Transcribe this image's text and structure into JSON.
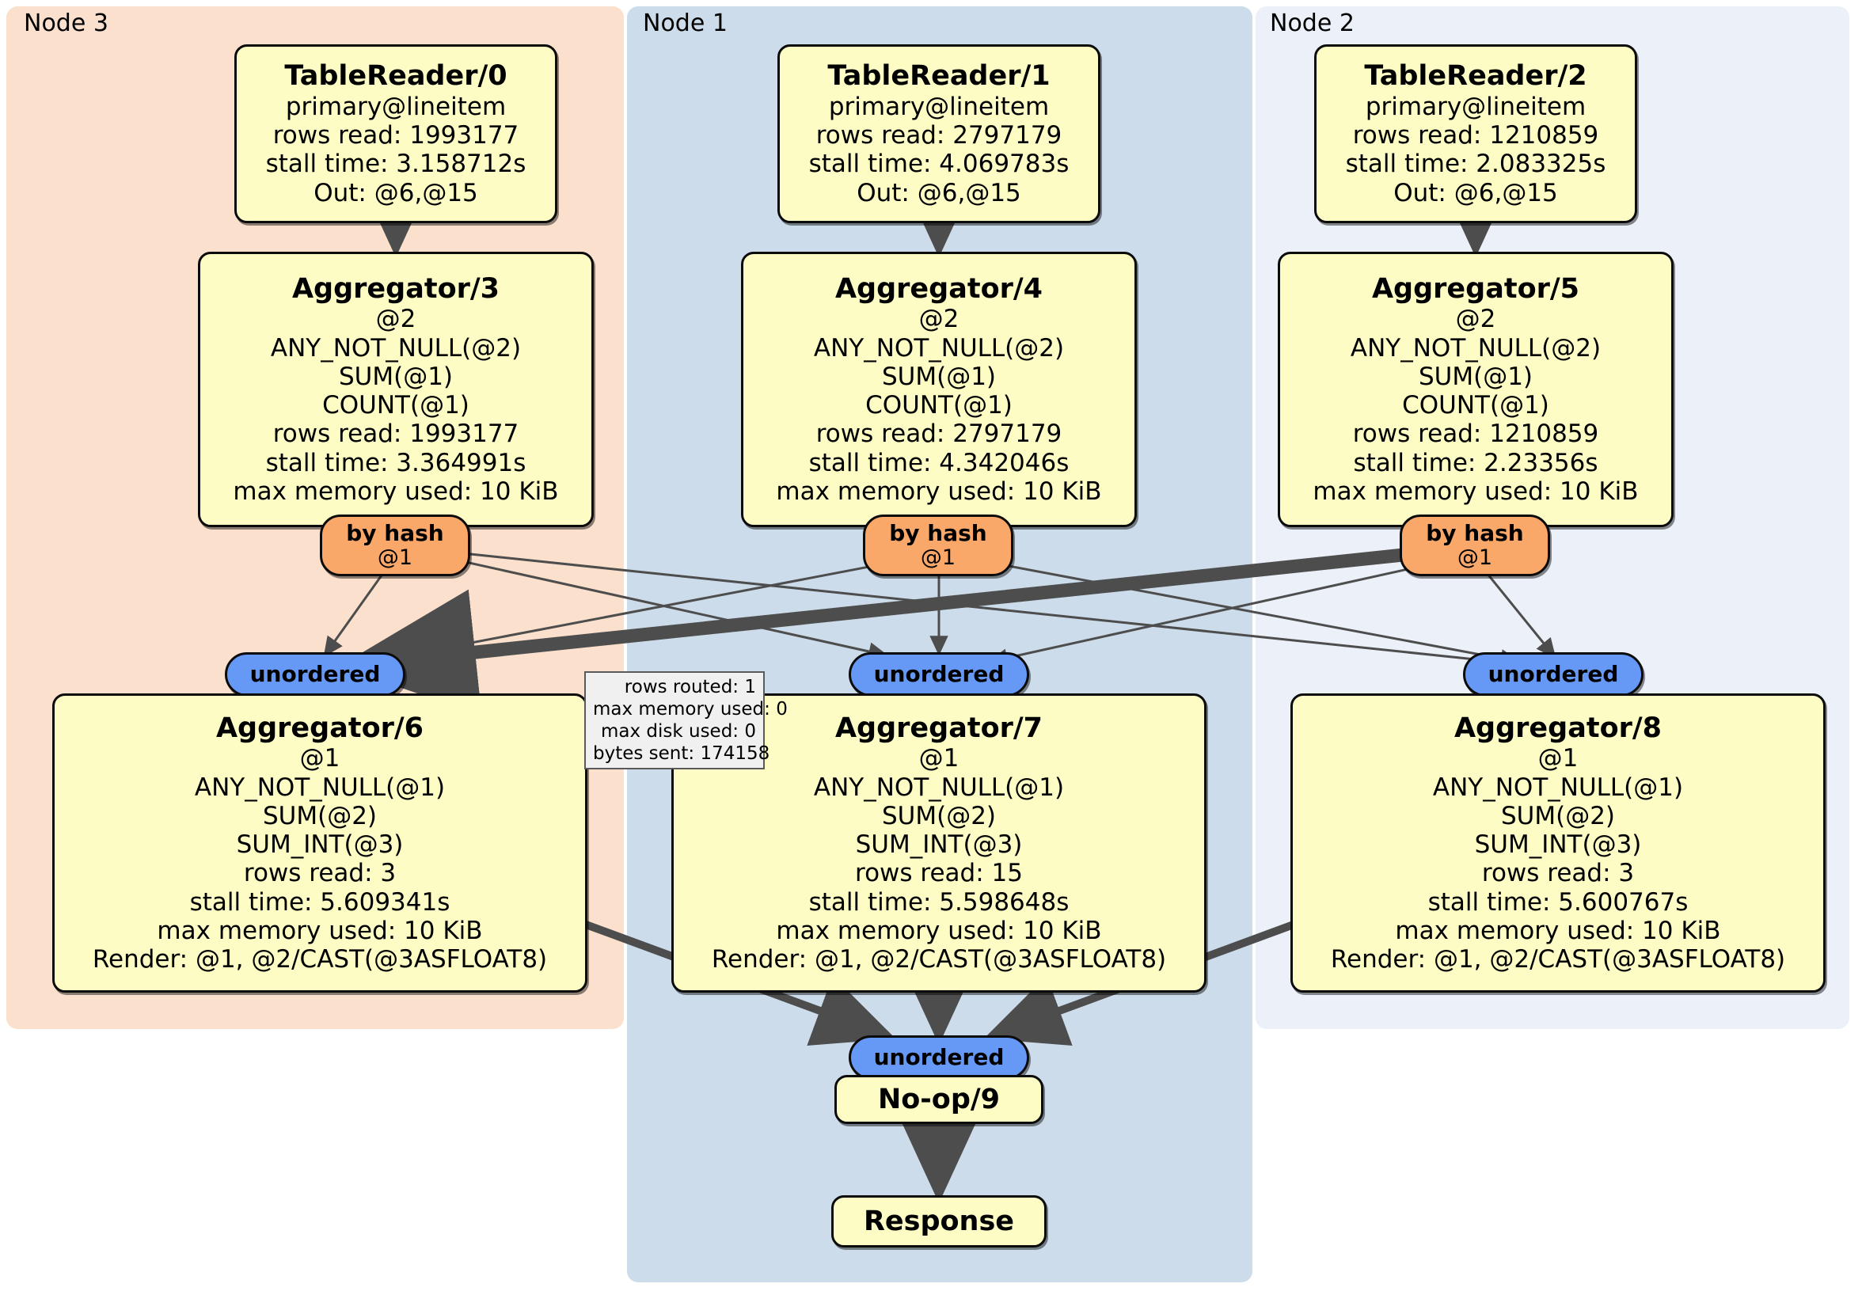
{
  "clusters": [
    {
      "label": "Node 3",
      "accent": "#FBE0CE"
    },
    {
      "label": "Node 1",
      "accent": "#CDDCEA"
    },
    {
      "label": "Node 2",
      "accent": "#EBF0F9"
    }
  ],
  "nodes": {
    "table_reader_0": {
      "title": "TableReader/0",
      "lines": [
        "primary@lineitem",
        "rows read: 1993177",
        "stall time: 3.158712s",
        "Out: @6,@15"
      ]
    },
    "table_reader_1": {
      "title": "TableReader/1",
      "lines": [
        "primary@lineitem",
        "rows read: 2797179",
        "stall time: 4.069783s",
        "Out: @6,@15"
      ]
    },
    "table_reader_2": {
      "title": "TableReader/2",
      "lines": [
        "primary@lineitem",
        "rows read: 1210859",
        "stall time: 2.083325s",
        "Out: @6,@15"
      ]
    },
    "aggregator_3": {
      "title": "Aggregator/3",
      "lines": [
        "@2",
        "ANY_NOT_NULL(@2)",
        "SUM(@1)",
        "COUNT(@1)",
        "rows read: 1993177",
        "stall time: 3.364991s",
        "max memory used: 10 KiB"
      ]
    },
    "aggregator_4": {
      "title": "Aggregator/4",
      "lines": [
        "@2",
        "ANY_NOT_NULL(@2)",
        "SUM(@1)",
        "COUNT(@1)",
        "rows read: 2797179",
        "stall time: 4.342046s",
        "max memory used: 10 KiB"
      ]
    },
    "aggregator_5": {
      "title": "Aggregator/5",
      "lines": [
        "@2",
        "ANY_NOT_NULL(@2)",
        "SUM(@1)",
        "COUNT(@1)",
        "rows read: 1210859",
        "stall time: 2.23356s",
        "max memory used: 10 KiB"
      ]
    },
    "aggregator_6": {
      "title": "Aggregator/6",
      "lines": [
        "@1",
        "ANY_NOT_NULL(@1)",
        "SUM(@2)",
        "SUM_INT(@3)",
        "rows read: 3",
        "stall time: 5.609341s",
        "max memory used: 10 KiB",
        "Render: @1, @2/CAST(@3ASFLOAT8)"
      ]
    },
    "aggregator_7": {
      "title": "Aggregator/7",
      "lines": [
        "@1",
        "ANY_NOT_NULL(@1)",
        "SUM(@2)",
        "SUM_INT(@3)",
        "rows read: 15",
        "stall time: 5.598648s",
        "max memory used: 10 KiB",
        "Render: @1, @2/CAST(@3ASFLOAT8)"
      ]
    },
    "aggregator_8": {
      "title": "Aggregator/8",
      "lines": [
        "@1",
        "ANY_NOT_NULL(@1)",
        "SUM(@2)",
        "SUM_INT(@3)",
        "rows read: 3",
        "stall time: 5.600767s",
        "max memory used: 10 KiB",
        "Render: @1, @2/CAST(@3ASFLOAT8)"
      ]
    },
    "noop_9": {
      "title": "No-op/9",
      "lines": []
    },
    "response": {
      "title": "Response",
      "lines": []
    }
  },
  "badges": {
    "hash_3": {
      "title": "by hash",
      "sub": "@1"
    },
    "hash_4": {
      "title": "by hash",
      "sub": "@1"
    },
    "hash_5": {
      "title": "by hash",
      "sub": "@1"
    },
    "unordered_6": {
      "title": "unordered",
      "sub": ""
    },
    "unordered_7": {
      "title": "unordered",
      "sub": ""
    },
    "unordered_8": {
      "title": "unordered",
      "sub": ""
    },
    "unordered_final": {
      "title": "unordered",
      "sub": ""
    }
  },
  "tooltip": {
    "lines": [
      "rows routed: 1",
      "max memory used: 0",
      "max disk used: 0",
      "bytes sent: 174158"
    ]
  },
  "colors": {
    "node_fill": "#FCFCC4",
    "node_stroke": "#0b0b0b",
    "hash_fill": "#F9A86A",
    "unordered_fill": "#6699F5",
    "edge": "#4d4d4d",
    "cluster_node3": "#FBE0CE",
    "cluster_node1": "#CDDCEA",
    "cluster_node2": "#EBF0F9"
  }
}
